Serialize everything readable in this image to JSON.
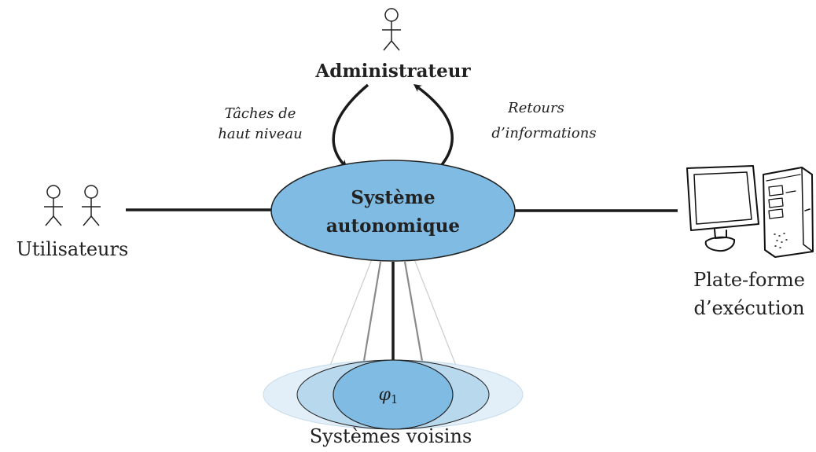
{
  "administrator": {
    "label": "Administrateur"
  },
  "arrows": {
    "down_label_line1": "Tâches de",
    "down_label_line2": "haut niveau",
    "up_label_line1": "Retours",
    "up_label_line2": "d’informations"
  },
  "central_system": {
    "line1": "Système",
    "line2": "autonomique"
  },
  "users": {
    "label": "Utilisateurs"
  },
  "platform": {
    "line1": "Plate-forme",
    "line2": "d’exécution"
  },
  "neighbors": {
    "label": "Systèmes voisins",
    "symbol": "φ",
    "subscript": "1"
  },
  "colors": {
    "central_fill": "#7fbbe3",
    "neighbor_front": "#7fbbe3",
    "neighbor_mid": "#b8d8ee",
    "neighbor_back": "#e3eff8"
  }
}
